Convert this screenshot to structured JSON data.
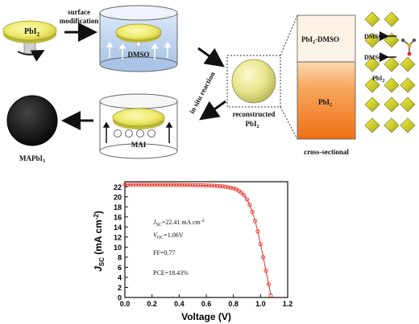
{
  "top": {
    "pbi2_disk_label": "PbI",
    "pbi2_disk_sub": "2",
    "arrow1_line1": "surface",
    "arrow1_line2": "modification",
    "dmso_label": "DMSO",
    "reconstructed_line1": "reconstructed",
    "reconstructed_line2": "PbI",
    "reconstructed_sub": "2",
    "in_situ_label": "in situ reaction",
    "mai_label": "MAI",
    "mapbi3_label": "MAPbI",
    "mapbi3_sub": "3",
    "cross_top_label": "PbI",
    "cross_top_sub": "2",
    "cross_top_suffix": "-DMSO",
    "cross_bottom_label": "PbI",
    "cross_bottom_sub": "2",
    "cross_caption": "cross-sectional",
    "crystal_dmso_1": "DMSO",
    "crystal_dmso_2": "DMSO",
    "crystal_pbi2": "PbI",
    "crystal_pbi2_sub": "2"
  },
  "chart_data": {
    "type": "line",
    "xlabel": "Voltage (V)",
    "ylabel_main": "J",
    "ylabel_sub": "SC",
    "ylabel_units": " (mA cm",
    "ylabel_exp": "-2",
    "ylabel_close": ")",
    "xlim": [
      0.0,
      1.2
    ],
    "ylim": [
      0,
      23
    ],
    "xticks": [
      "0.0",
      "0.2",
      "0.4",
      "0.6",
      "0.8",
      "1.0",
      "1.2"
    ],
    "yticks": [
      "0",
      "2",
      "4",
      "6",
      "8",
      "10",
      "12",
      "14",
      "16",
      "18",
      "20",
      "22"
    ],
    "color": "#e8302a",
    "series": [
      {
        "points": [
          [
            0.0,
            22.4
          ],
          [
            0.02,
            22.4
          ],
          [
            0.04,
            22.4
          ],
          [
            0.06,
            22.4
          ],
          [
            0.08,
            22.4
          ],
          [
            0.1,
            22.4
          ],
          [
            0.12,
            22.4
          ],
          [
            0.14,
            22.39
          ],
          [
            0.16,
            22.39
          ],
          [
            0.18,
            22.39
          ],
          [
            0.2,
            22.39
          ],
          [
            0.22,
            22.38
          ],
          [
            0.24,
            22.38
          ],
          [
            0.26,
            22.38
          ],
          [
            0.28,
            22.38
          ],
          [
            0.3,
            22.37
          ],
          [
            0.32,
            22.37
          ],
          [
            0.34,
            22.37
          ],
          [
            0.36,
            22.36
          ],
          [
            0.38,
            22.36
          ],
          [
            0.4,
            22.35
          ],
          [
            0.42,
            22.35
          ],
          [
            0.44,
            22.34
          ],
          [
            0.46,
            22.34
          ],
          [
            0.48,
            22.33
          ],
          [
            0.5,
            22.32
          ],
          [
            0.52,
            22.31
          ],
          [
            0.54,
            22.3
          ],
          [
            0.56,
            22.29
          ],
          [
            0.58,
            22.28
          ],
          [
            0.6,
            22.26
          ],
          [
            0.62,
            22.24
          ],
          [
            0.64,
            22.22
          ],
          [
            0.66,
            22.19
          ],
          [
            0.68,
            22.16
          ],
          [
            0.7,
            22.12
          ],
          [
            0.72,
            22.07
          ],
          [
            0.74,
            22.0
          ],
          [
            0.76,
            21.92
          ],
          [
            0.78,
            21.82
          ],
          [
            0.8,
            21.7
          ],
          [
            0.82,
            21.5
          ],
          [
            0.84,
            21.2
          ],
          [
            0.86,
            20.8
          ],
          [
            0.88,
            20.3
          ],
          [
            0.9,
            19.5
          ],
          [
            0.92,
            18.4
          ],
          [
            0.94,
            17.0
          ],
          [
            0.96,
            15.2
          ],
          [
            0.98,
            13.1
          ],
          [
            1.0,
            10.6
          ],
          [
            1.02,
            8.0
          ],
          [
            1.04,
            5.3
          ],
          [
            1.06,
            2.6
          ],
          [
            1.075,
            0.4
          ]
        ]
      }
    ],
    "annotations": {
      "jsc_main": "J",
      "jsc_sub": "SC",
      "jsc_value": "=22.41 mA cm",
      "jsc_exp": "-2",
      "voc_main": "V",
      "voc_sub": "OC",
      "voc_value": "=1.06V",
      "ff": "FF=0.77",
      "pce": "PCE=18.43%"
    }
  }
}
